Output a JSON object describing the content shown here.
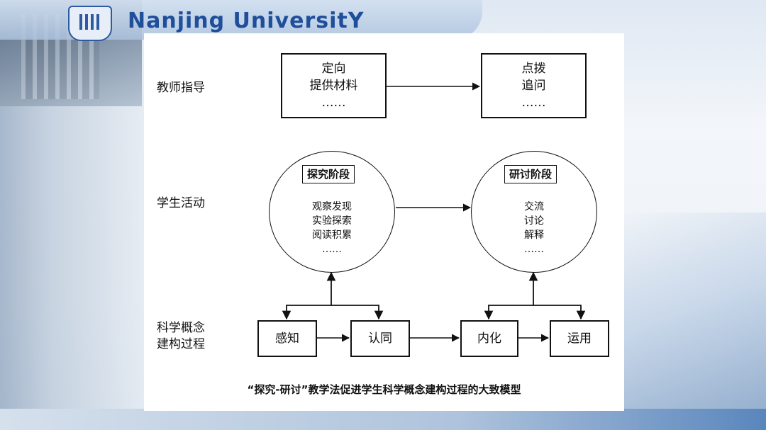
{
  "header": {
    "university_name": "Nanjing UniversitY"
  },
  "diagram": {
    "rows": {
      "teacher": "教师指导",
      "student": "学生活动",
      "concept": [
        "科学概念",
        "建构过程"
      ]
    },
    "teacher_boxes": [
      {
        "lines": [
          "定向",
          "提供材料",
          "……"
        ]
      },
      {
        "lines": [
          "点拨",
          "追问",
          "……"
        ]
      }
    ],
    "stages": [
      {
        "title": "探究阶段",
        "lines": [
          "观察发现",
          "实验探索",
          "阅读积累",
          "……"
        ]
      },
      {
        "title": "研讨阶段",
        "lines": [
          "交流",
          "讨论",
          "解释",
          "……"
        ]
      }
    ],
    "concept_steps": [
      "感知",
      "认同",
      "内化",
      "运用"
    ],
    "caption": "“探究-研讨”教学法促进学生科学概念建构过程的大致模型"
  }
}
